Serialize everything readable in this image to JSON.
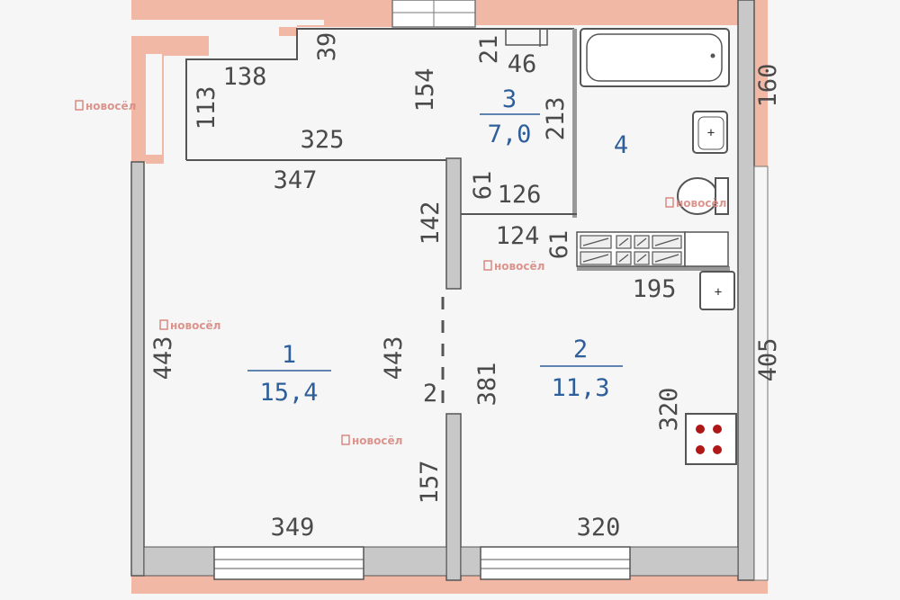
{
  "colors": {
    "brick": "#f2b8a6",
    "wall": "#c8c8c8",
    "line": "#555555",
    "room_text": "#2f5f9a",
    "dim_text": "#4a4a4a",
    "hob": "#b01818",
    "watermark": "#d98a82"
  },
  "watermark": "новосёл",
  "rooms": [
    {
      "id": "1",
      "number": "1",
      "area": "15,4"
    },
    {
      "id": "2",
      "number": "2",
      "area": "11,3"
    },
    {
      "id": "3",
      "number": "3",
      "area": "7,0"
    },
    {
      "id": "4",
      "number": "4"
    }
  ],
  "dimensions": [
    "39",
    "21",
    "46",
    "138",
    "154",
    "113",
    "213",
    "325",
    "347",
    "61",
    "126",
    "142",
    "124",
    "61",
    "195",
    "443",
    "443",
    "2",
    "381",
    "320",
    "157",
    "349",
    "320",
    "160",
    "405"
  ]
}
